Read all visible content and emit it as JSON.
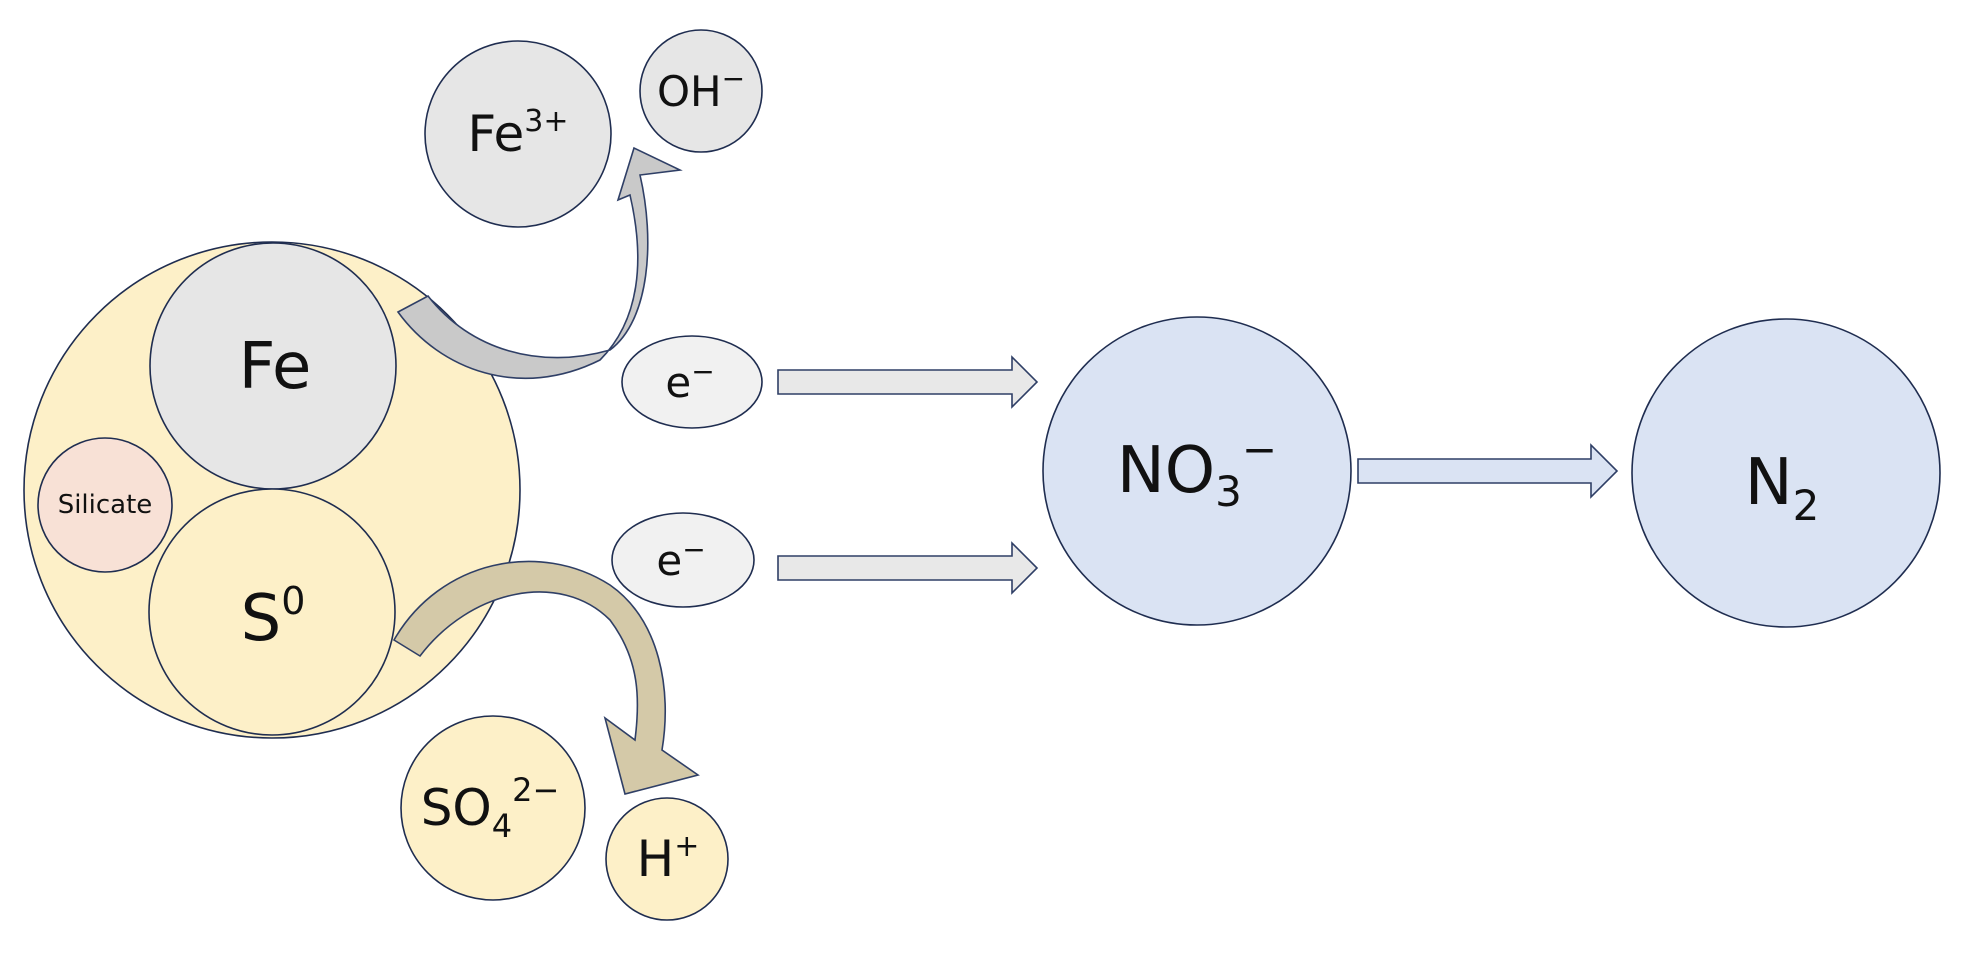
{
  "species": {
    "fe": {
      "base": "Fe",
      "sup": "",
      "sub": ""
    },
    "s0": {
      "base": "S",
      "sup": "0",
      "sub": ""
    },
    "silicate": {
      "base": "Silicate",
      "sup": "",
      "sub": ""
    },
    "fe3": {
      "base": "Fe",
      "sup": "3+",
      "sub": ""
    },
    "oh": {
      "base": "OH",
      "sup": "−",
      "sub": ""
    },
    "so4": {
      "base": "SO",
      "sup": "2−",
      "sub": "4"
    },
    "h": {
      "base": "H",
      "sup": "+",
      "sub": ""
    },
    "electron_top": {
      "base": "e",
      "sup": "−",
      "sub": ""
    },
    "electron_bottom": {
      "base": "e",
      "sup": "−",
      "sub": ""
    },
    "no3": {
      "base": "NO",
      "sup": "−",
      "sub": "3"
    },
    "n2": {
      "base": "N",
      "sup": "",
      "sub": "2"
    }
  },
  "colors": {
    "particle_fill": "#fdf0c8",
    "iron_fill": "#e6e6e6",
    "silicate_fill": "#f8e1d6",
    "nitrogen_fill": "#dae3f3",
    "electron_fill": "#f1f1f1",
    "outline": "#1f2d50",
    "arrow_fill": "#e8e8e8",
    "arrow_outline": "#2f3f66",
    "curve_iron_fill": "#c9c9c9",
    "curve_sulfur_fill": "#d4c9a8"
  }
}
